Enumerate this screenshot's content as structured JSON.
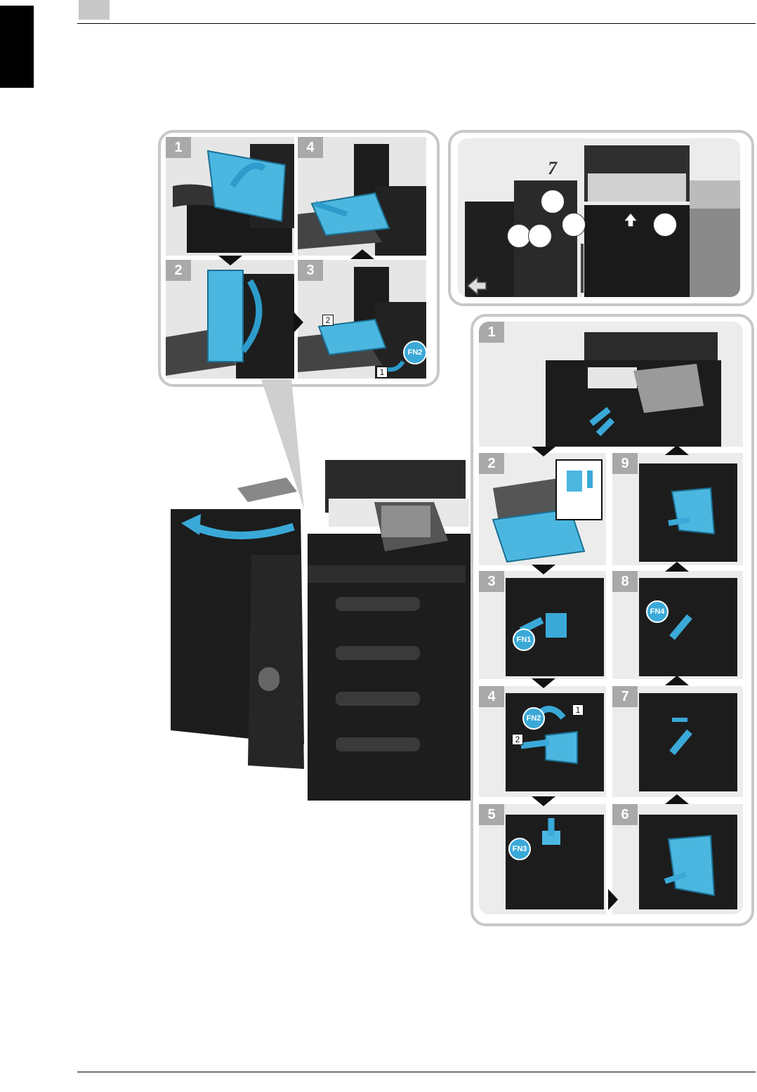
{
  "page": {
    "tab_color": "#000000",
    "accent": "#3aa9d8",
    "frame_gray": "#c8c8c8",
    "step_gray": "#a9a9a9"
  },
  "upper_group": {
    "steps": [
      {
        "label": "1"
      },
      {
        "label": "4"
      },
      {
        "label": "2"
      },
      {
        "label": "3",
        "markers": [
          {
            "text": "2"
          },
          {
            "text": "1"
          }
        ],
        "fn": "FN2"
      }
    ]
  },
  "location_view": {
    "number_label": "7"
  },
  "fn_group": {
    "steps": [
      {
        "label": "1"
      },
      {
        "label": "2"
      },
      {
        "label": "9"
      },
      {
        "label": "3",
        "fn": "FN1"
      },
      {
        "label": "8",
        "fn": "FN4"
      },
      {
        "label": "4",
        "fn": "FN2",
        "markers": [
          {
            "text": "1"
          },
          {
            "text": "2"
          }
        ]
      },
      {
        "label": "7"
      },
      {
        "label": "5",
        "fn": "FN3"
      },
      {
        "label": "6"
      }
    ]
  }
}
